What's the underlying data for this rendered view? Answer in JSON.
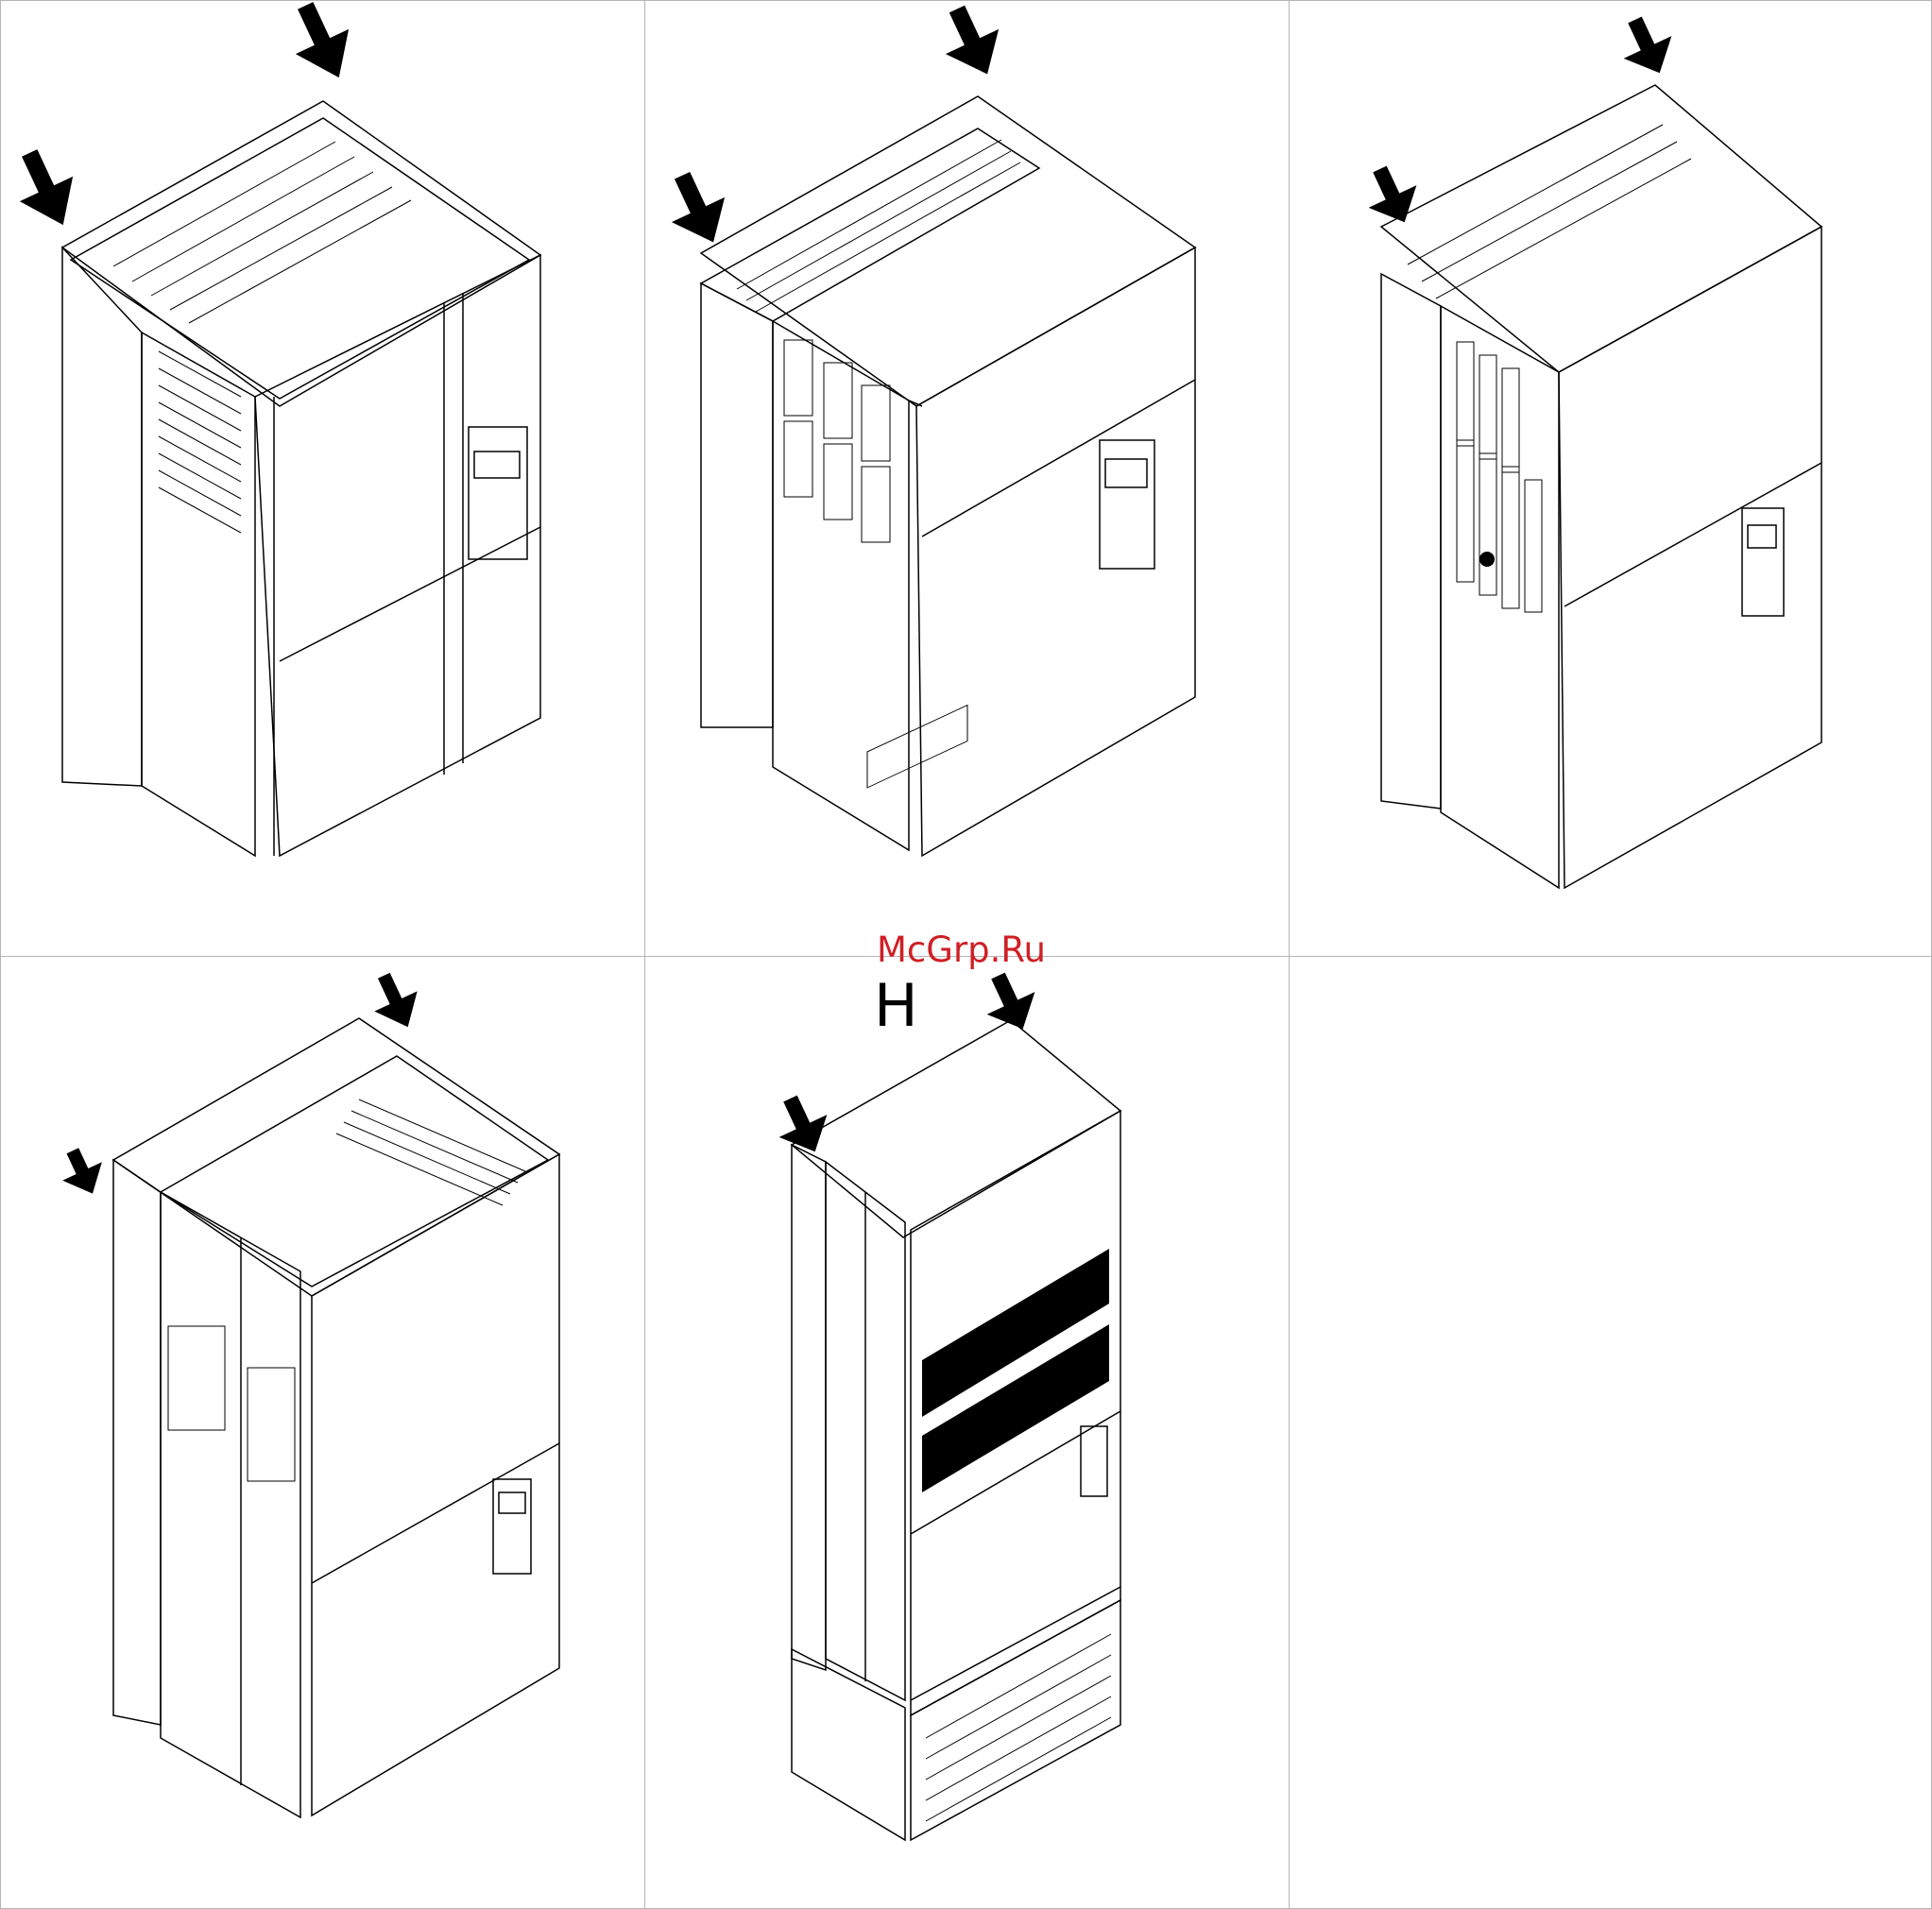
{
  "watermark": "McGrp.Ru",
  "frame_label": "H",
  "panels": [
    {
      "id": "A",
      "view": "drive-isometric"
    },
    {
      "id": "B",
      "view": "drive-isometric"
    },
    {
      "id": "C",
      "view": "drive-isometric"
    },
    {
      "id": "D",
      "view": "drive-isometric"
    },
    {
      "id": "E",
      "view": "drive-isometric"
    },
    {
      "id": "F",
      "view": "empty"
    }
  ],
  "colors": {
    "line": "#000000",
    "grid": "#b5b5b5",
    "watermark": "#cf1f24"
  },
  "icons": [
    "down-arrow-icon",
    "keypad-icon",
    "vent-grille-icon",
    "screw-icon"
  ]
}
